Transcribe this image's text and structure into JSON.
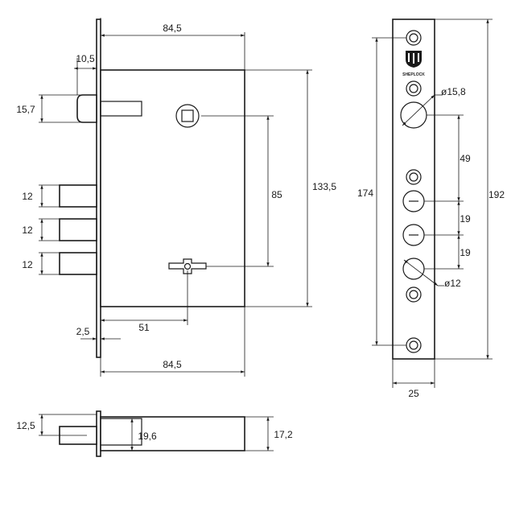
{
  "brand": {
    "name": "SHEPLOCK"
  },
  "front_view": {
    "top_width": "84,5",
    "bolt_offset": "10,5",
    "latch_height": "15,7",
    "bolt_1_height": "12",
    "bolt_2_height": "12",
    "bolt_3_height": "12",
    "spindle_to_key": "85",
    "body_height": "133,5",
    "faceplate_thickness": "2,5",
    "backset": "51",
    "bottom_width": "84,5"
  },
  "faceplate_view": {
    "lock_distance": "174",
    "plate_height": "192",
    "cylinder_diameter": "ø15,8",
    "spacing_top": "49",
    "spacing_mid": "19",
    "spacing_bottom": "19",
    "bottom_hole_diameter": "ø12",
    "plate_width": "25"
  },
  "side_view": {
    "bolt_height": "12,5",
    "latch_depth": "19,6",
    "case_thickness": "17,2"
  }
}
